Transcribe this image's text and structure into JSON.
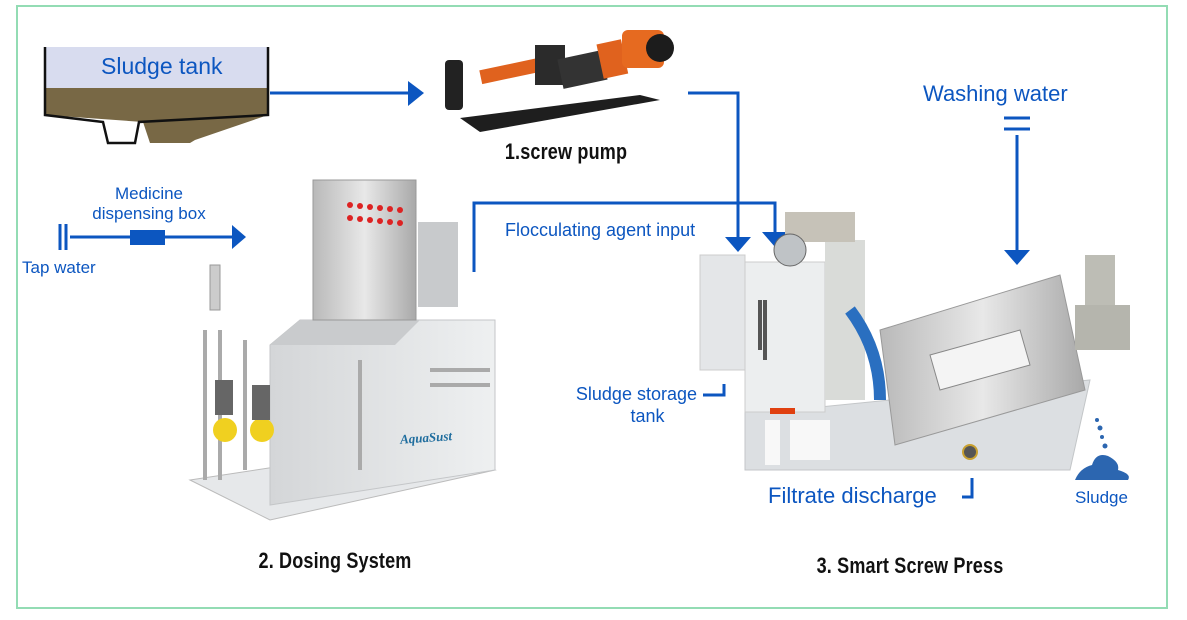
{
  "tank": {
    "label": "Sludge tank"
  },
  "pump": {
    "title": "1.screw pump"
  },
  "dosing": {
    "title": "2. Dosing System",
    "brand": "AquaSust"
  },
  "press": {
    "title": "3. Smart Screw Press"
  },
  "labels": {
    "medicine_line1": "Medicine",
    "medicine_line2": "dispensing box",
    "tap_water": "Tap water",
    "flocculating": "Flocculating agent input",
    "washing_water": "Washing water",
    "storage_line1": "Sludge storage",
    "storage_line2": "tank",
    "filtrate": "Filtrate discharge",
    "sludge": "Sludge"
  },
  "colors": {
    "flow": "#0c56c0",
    "border": "#93dcb4",
    "sludge": "#786845",
    "tank_top": "#d8dcef"
  }
}
